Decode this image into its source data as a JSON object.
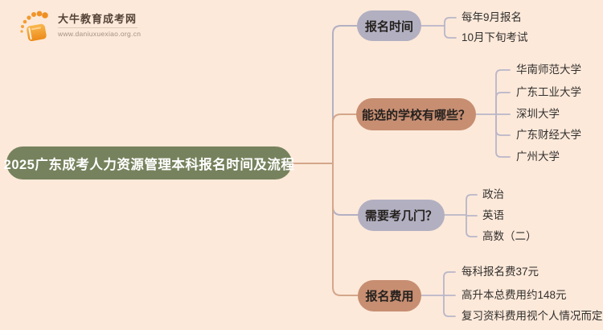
{
  "site": {
    "name": "大牛教育成考网",
    "url": "www.daniuxuexiao.org.cn"
  },
  "mindmap": {
    "root": "2025广东成考人力资源管理本科报名时间及流程",
    "branches": [
      {
        "label": "报名时间",
        "children": [
          "每年9月报名",
          "10月下旬考试"
        ]
      },
      {
        "label": "能选的学校有哪些？",
        "children": [
          "华南师范大学",
          "广东工业大学",
          "深圳大学",
          "广东财经大学",
          "广州大学"
        ]
      },
      {
        "label": "需要考几门？",
        "children": [
          "政治",
          "英语",
          "高数（二）"
        ]
      },
      {
        "label": "报名费用",
        "children": [
          "每科报名费37元",
          "高升本总费用约148元",
          "复习资料费用视个人情况而定"
        ]
      }
    ]
  },
  "colors": {
    "background": "#fce9da",
    "root_fill": "#76825d",
    "branch_gray": "#b2afc1",
    "branch_salmon": "#c78e72",
    "wire_salmon": "#d4a68a",
    "wire_gray": "#b3b0c3",
    "wire_child": "#b9b6c8",
    "logo_orange": "#f2992e"
  }
}
